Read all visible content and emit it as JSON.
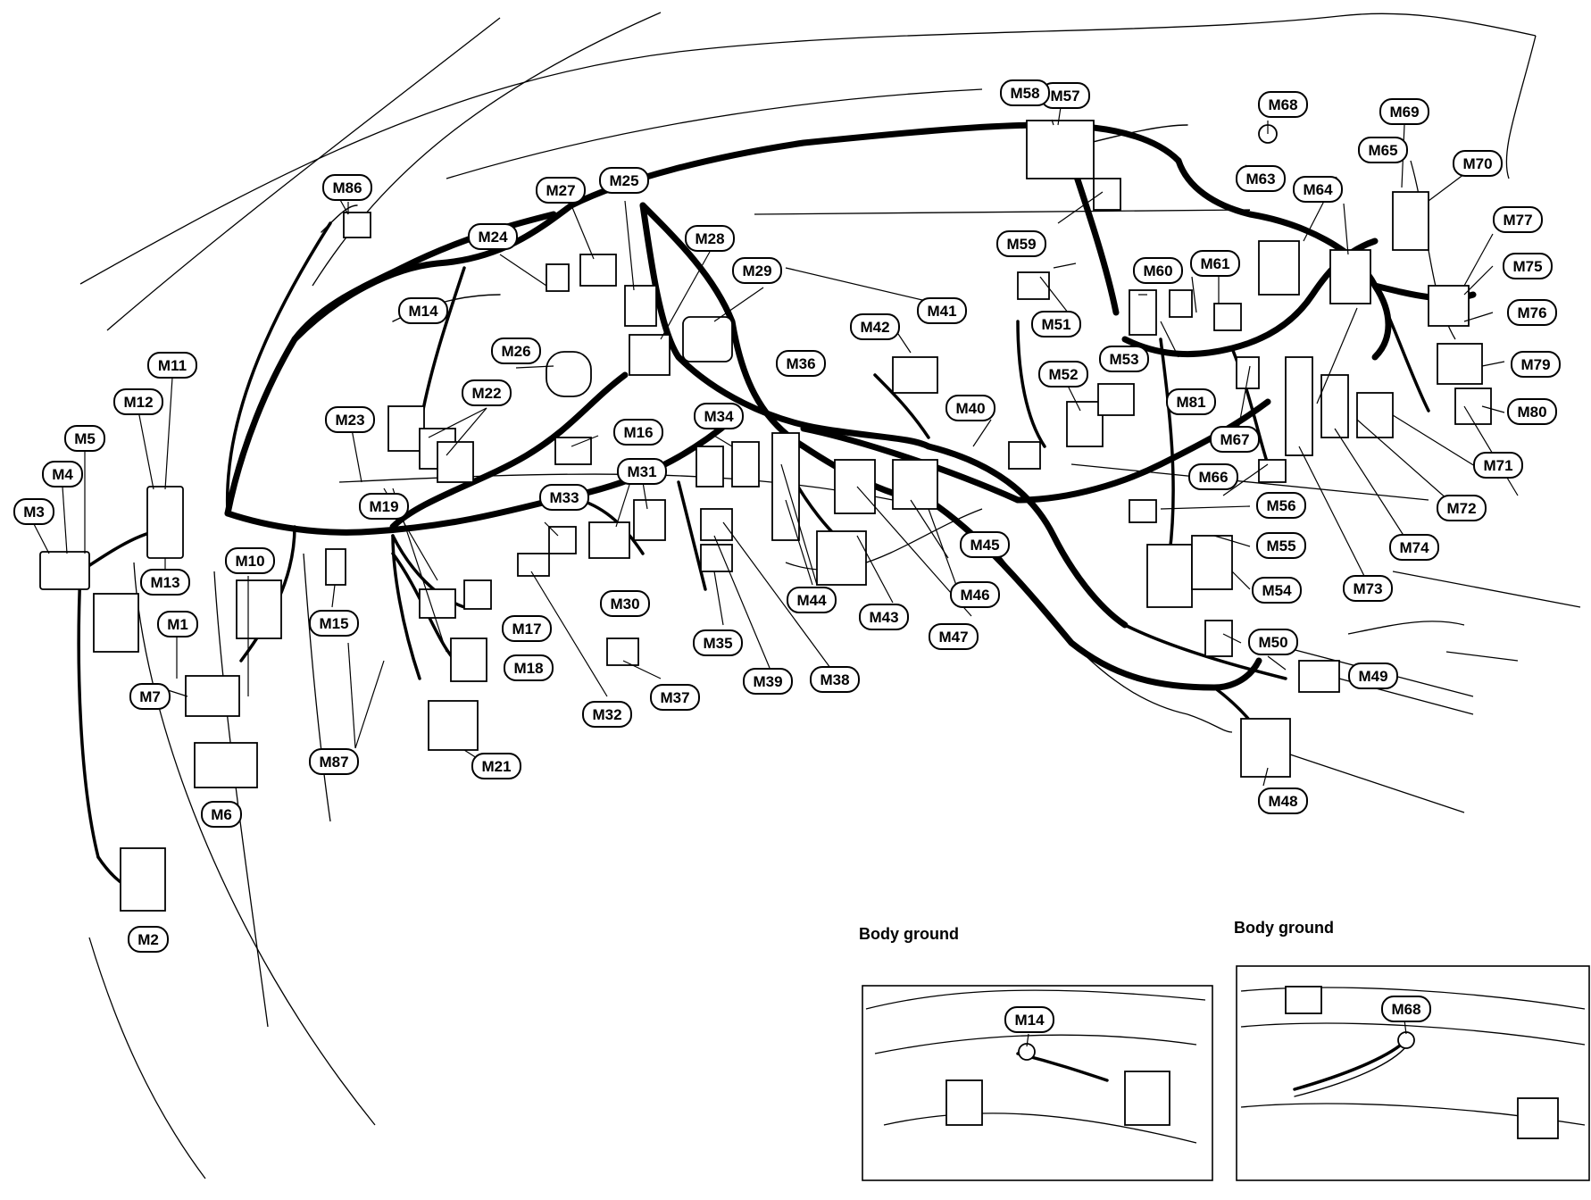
{
  "diagram": {
    "labels": [
      "M1",
      "M2",
      "M3",
      "M4",
      "M5",
      "M6",
      "M7",
      "M10",
      "M11",
      "M12",
      "M13",
      "M14",
      "M15",
      "M16",
      "M17",
      "M18",
      "M19",
      "M21",
      "M22",
      "M23",
      "M24",
      "M25",
      "M26",
      "M27",
      "M28",
      "M29",
      "M30",
      "M31",
      "M32",
      "M33",
      "M34",
      "M35",
      "M36",
      "M37",
      "M38",
      "M39",
      "M40",
      "M41",
      "M42",
      "M43",
      "M44",
      "M45",
      "M46",
      "M47",
      "M48",
      "M49",
      "M50",
      "M51",
      "M52",
      "M53",
      "M54",
      "M55",
      "M56",
      "M57",
      "M58",
      "M59",
      "M60",
      "M61",
      "M63",
      "M64",
      "M65",
      "M66",
      "M67",
      "M68",
      "M69",
      "M70",
      "M71",
      "M72",
      "M73",
      "M74",
      "M75",
      "M76",
      "M77",
      "M79",
      "M80",
      "M81",
      "M86",
      "M87"
    ],
    "insets": [
      {
        "caption": "Body ground",
        "callout": "M14"
      },
      {
        "caption": "Body ground",
        "callout": "M68"
      }
    ]
  }
}
